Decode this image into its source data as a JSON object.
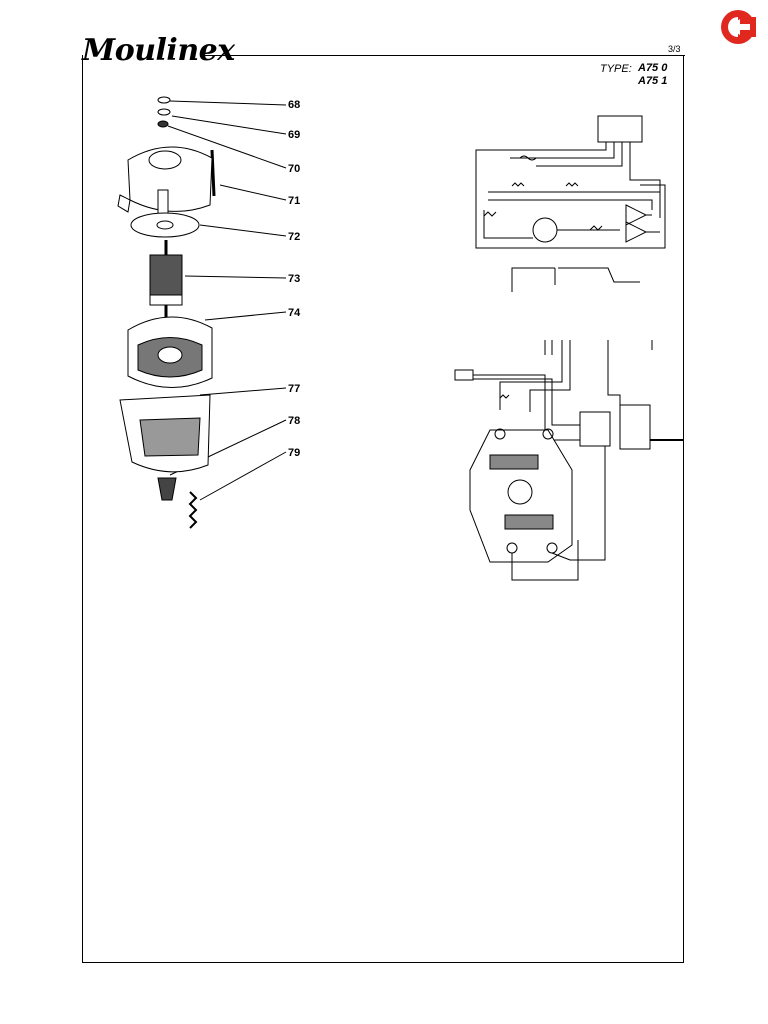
{
  "header": {
    "brand": "Moulinex",
    "page_number": "3/3",
    "type_label": "TYPE:",
    "type_codes": [
      "A75   0",
      "A75   1"
    ]
  },
  "callouts": [
    "68",
    "69",
    "70",
    "71",
    "72",
    "73",
    "74",
    "77",
    "78",
    "79"
  ],
  "nav": {
    "back_icon": "back-arrow-icon",
    "accent": "#e0281e"
  },
  "colors": {
    "ink": "#000000",
    "paper": "#ffffff"
  }
}
